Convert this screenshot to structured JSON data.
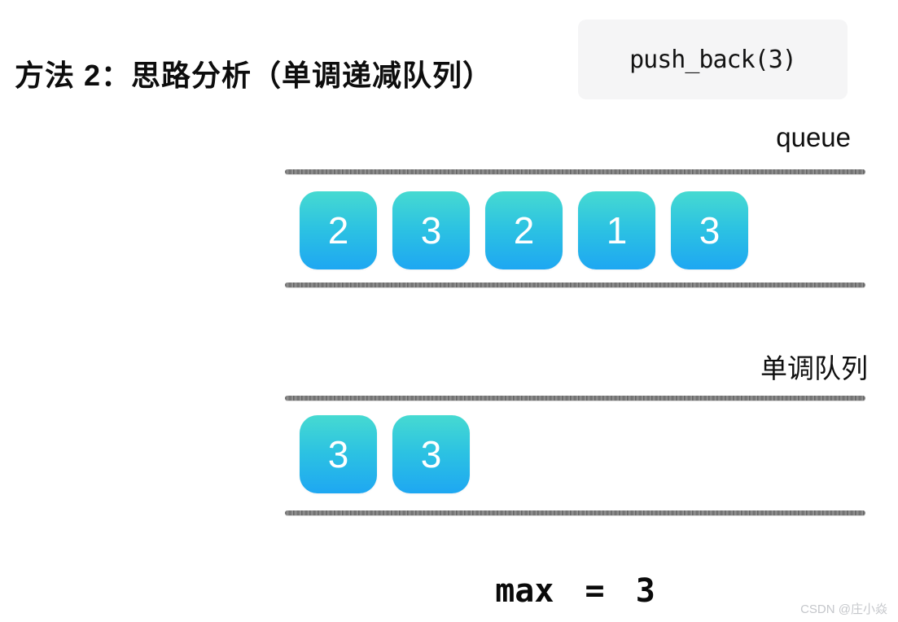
{
  "title": "方法 2：思路分析（单调递减队列）",
  "operation_box": {
    "label": "push_back(3)"
  },
  "queues": [
    {
      "label": "queue",
      "items": [
        "2",
        "3",
        "2",
        "1",
        "3"
      ]
    },
    {
      "label": "单调队列",
      "items": [
        "3",
        "3"
      ]
    }
  ],
  "result": {
    "text": "max = 3"
  },
  "watermark": {
    "text": "CSDN @庄小焱"
  },
  "colors": {
    "tile_gradient_top": "#46dad1",
    "tile_gradient_bottom": "#1ea7f2",
    "line": "#939393",
    "operation_box_bg": "#f5f5f6",
    "text": "#0d0d0d",
    "watermark": "#c5c7cb"
  }
}
